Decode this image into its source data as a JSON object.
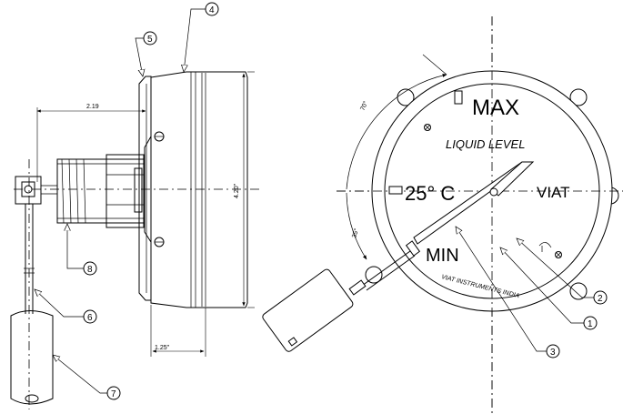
{
  "dimensions": {
    "stem_length": "2.19",
    "dial_height": "4.20\"",
    "case_depth": "1.25\""
  },
  "dial": {
    "max_label": "MAX",
    "min_label": "MIN",
    "caption": "LIQUID LEVEL",
    "temperature": "25° C",
    "brand": "VIAT",
    "maker_text": "VIAT INSTRUMENTS INDIA",
    "angle_upper": "70°",
    "angle_lower": "35°"
  },
  "callouts": {
    "c1": "1",
    "c2": "2",
    "c3": "3",
    "c4": "4",
    "c5": "5",
    "c6": "6",
    "c7": "7",
    "c8": "8"
  }
}
